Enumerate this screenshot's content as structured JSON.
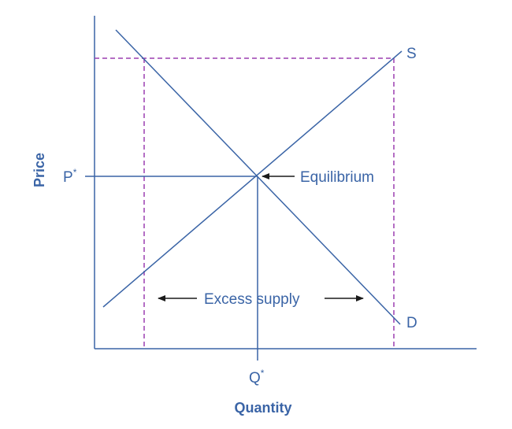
{
  "colors": {
    "ink": "#3a64a6",
    "axis": "#3a64a6",
    "dashed": "#9b3fb0",
    "arrow": "#1a1a1a",
    "background": "#ffffff"
  },
  "axes": {
    "x_title": "Quantity",
    "y_title": "Price"
  },
  "curves": {
    "supply_label": "S",
    "demand_label": "D"
  },
  "equilibrium": {
    "price_label": "P",
    "price_label_sup": "*",
    "quantity_label": "Q",
    "quantity_label_sup": "*",
    "annotation": "Equilibrium"
  },
  "surplus": {
    "annotation": "Excess supply"
  }
}
